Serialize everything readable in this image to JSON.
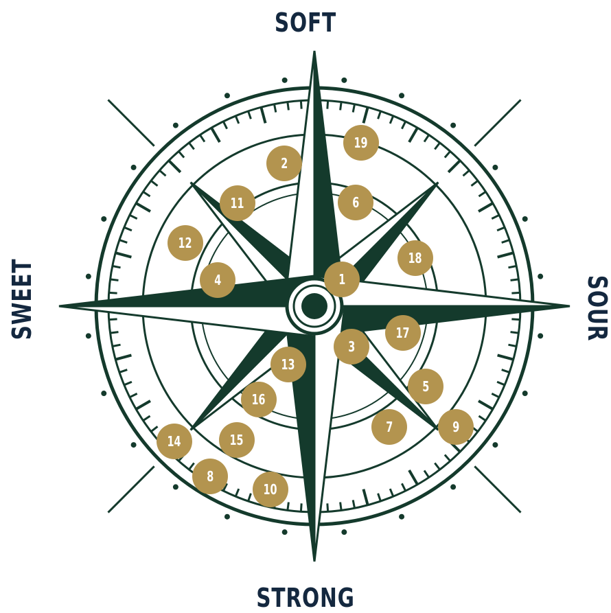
{
  "labels": {
    "top": "SOFT",
    "bottom": "STRONG",
    "left": "SWEET",
    "right": "SOUR"
  },
  "colors": {
    "compass": "#143a2c",
    "marker": "#b3944f",
    "label": "#14283f"
  },
  "markers": [
    "1",
    "2",
    "3",
    "4",
    "5",
    "6",
    "7",
    "8",
    "9",
    "10",
    "11",
    "12",
    "13",
    "14",
    "15",
    "16",
    "17",
    "18",
    "19"
  ]
}
